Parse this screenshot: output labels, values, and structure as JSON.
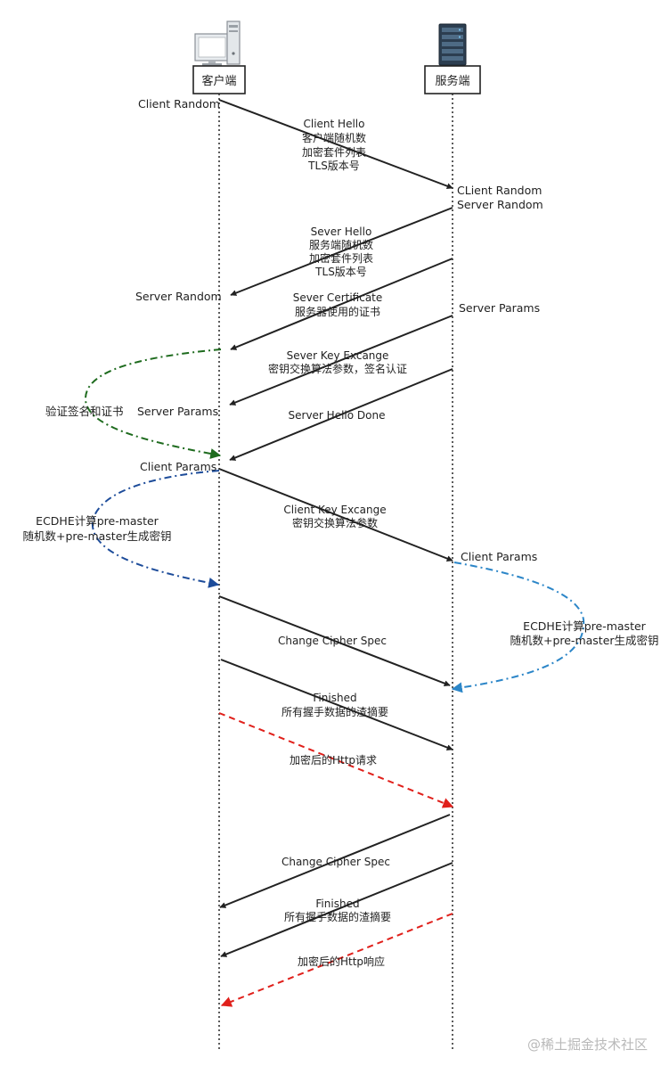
{
  "actors": {
    "client": "客户端",
    "server": "服务端"
  },
  "messages": {
    "client_hello": [
      "Client Hello",
      "客户端随机数",
      "加密套件列表",
      "TLS版本号"
    ],
    "server_hello": [
      "Sever Hello",
      "服务端随机数",
      "加密套件列表",
      "TLS版本号"
    ],
    "server_certificate": [
      "Sever Certificate",
      "服务器使用的证书"
    ],
    "server_key_exchange": [
      "Sever Key Excange",
      "密钥交换算法参数，签名认证"
    ],
    "server_hello_done": "Server Hello Done",
    "client_key_exchange": [
      "Client Key Excange",
      "密钥交换算法参数"
    ],
    "change_cipher_spec_client": "Change Cipher Spec",
    "finished_client": [
      "Finished",
      "所有握手数据的渣摘要"
    ],
    "encrypted_request": "加密后的Http请求",
    "change_cipher_spec_server": "Change Cipher Spec",
    "finished_server": [
      "Finished",
      "所有握手数据的渣摘要"
    ],
    "encrypted_response": "加密后的Http响应"
  },
  "side_labels": {
    "client_random": "Client Random",
    "server_client_random": "CLient Random",
    "server_server_random": "Server Random",
    "client_server_random": "Server Random",
    "server_params": "Server Params",
    "client_server_params": "Server Params",
    "verify": "验证签名和证书",
    "client_params": "Client Params",
    "client_ecdhe": [
      "ECDHE计算pre-master",
      "随机数+pre-master生成密钥"
    ],
    "server_client_params": "Client Params",
    "server_ecdhe": [
      "ECDHE计算pre-master",
      "随机数+pre-master生成密钥"
    ]
  },
  "watermark": "@稀土掘金技术社区",
  "colors": {
    "line": "#222222",
    "encrypted": "#e0201b",
    "verify_curve": "#1e6b1e",
    "client_compute_curve": "#1d4c9a",
    "server_compute_curve": "#2c86c8"
  },
  "icons": {
    "client": "desktop-computer-icon",
    "server": "server-rack-icon"
  }
}
